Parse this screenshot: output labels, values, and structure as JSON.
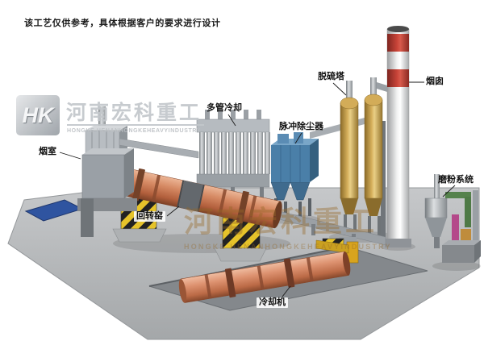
{
  "page": {
    "disclaimer": "该工艺仅供参考，具体根据客户的要求进行设计"
  },
  "logo": {
    "monogram": "HK",
    "name_cn": "河南宏科重工",
    "name_en": "HONGKE  HENANHONGKEHEAVYINDUSTRY"
  },
  "watermark": {
    "cn": "河南宏科重工",
    "en": "HONGKE  HENANHONGKEHEAVYINDUSTRY"
  },
  "equipment_labels": {
    "smoke_chamber": "烟室",
    "multi_tube_cooler": "多管冷却",
    "pulse_dust_collector": "脉冲除尘器",
    "desulfurization_tower": "脱硫塔",
    "chimney": "烟囱",
    "grinding_system": "磨粉系统",
    "rotary_kiln": "回转窑",
    "cooling_machine": "冷却机"
  },
  "colors": {
    "kiln_shell": "#c97a58",
    "dust_collector_blue": "#4a7fa8",
    "tower_tan": "#c49a4a",
    "chimney_red": "#b23a30",
    "hazard_yellow": "#e6c32a",
    "platform_gray": "#b4b6b8",
    "pad_blue": "#2f54a0"
  }
}
